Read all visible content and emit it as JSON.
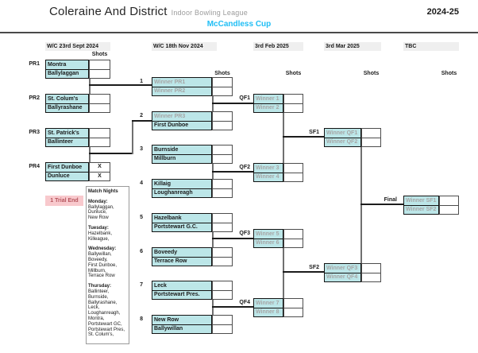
{
  "header": {
    "league_name": "Coleraine And District",
    "league_tagline": "Indoor Bowling League",
    "season": "2024-25",
    "cup_title": "McCandless Cup"
  },
  "columns": [
    {
      "label": "W/C 23rd Sept 2024",
      "shots": "Shots"
    },
    {
      "label": "W/C 18th Nov 2024",
      "shots": "Shots"
    },
    {
      "label": "3rd Feb 2025",
      "shots": "Shots"
    },
    {
      "label": "3rd Mar 2025",
      "shots": "Shots"
    },
    {
      "label": "TBC",
      "shots": "Shots"
    }
  ],
  "preliminary": [
    {
      "id": "PR1",
      "top": "Montra",
      "bottom": "Ballylaggan",
      "top_shots": "",
      "bottom_shots": ""
    },
    {
      "id": "PR2",
      "top": "St. Colum's",
      "bottom": "Ballyrashane",
      "top_shots": "",
      "bottom_shots": ""
    },
    {
      "id": "PR3",
      "top": "St. Patrick's",
      "bottom": "Ballinteer",
      "top_shots": "",
      "bottom_shots": ""
    },
    {
      "id": "PR4",
      "top": "First Dunboe",
      "bottom": "Dunluce",
      "top_shots": "X",
      "bottom_shots": "X"
    }
  ],
  "round1": [
    {
      "id": "1",
      "top": "Winner PR1",
      "bottom": "Winner PR2",
      "top_shots": "",
      "bottom_shots": ""
    },
    {
      "id": "2",
      "top": "Winner PR3",
      "bottom": "First Dunboe",
      "top_shots": "",
      "bottom_shots": ""
    },
    {
      "id": "3",
      "top": "Burnside",
      "bottom": "Millburn",
      "top_shots": "",
      "bottom_shots": ""
    },
    {
      "id": "4",
      "top": "Killaig",
      "bottom": "Loughanreagh",
      "top_shots": "",
      "bottom_shots": ""
    },
    {
      "id": "5",
      "top": "Hazelbank",
      "bottom": "Portstewart G.C.",
      "top_shots": "",
      "bottom_shots": ""
    },
    {
      "id": "6",
      "top": "Boveedy",
      "bottom": "Terrace Row",
      "top_shots": "",
      "bottom_shots": ""
    },
    {
      "id": "7",
      "top": "Leck",
      "bottom": "Portstewart Pres.",
      "top_shots": "",
      "bottom_shots": ""
    },
    {
      "id": "8",
      "top": "New Row",
      "bottom": "Ballywillan",
      "top_shots": "",
      "bottom_shots": ""
    }
  ],
  "quarterfinals": [
    {
      "id": "QF1",
      "top": "Winner 1",
      "bottom": "Winner 2",
      "top_shots": "",
      "bottom_shots": ""
    },
    {
      "id": "QF2",
      "top": "Winner 3",
      "bottom": "Winner 4",
      "top_shots": "",
      "bottom_shots": ""
    },
    {
      "id": "QF3",
      "top": "Winner 5",
      "bottom": "Winner 6",
      "top_shots": "",
      "bottom_shots": ""
    },
    {
      "id": "QF4",
      "top": "Winner 7",
      "bottom": "Winner 8",
      "top_shots": "",
      "bottom_shots": ""
    }
  ],
  "semifinals": [
    {
      "id": "SF1",
      "top": "Winner QF1",
      "bottom": "Winner QF2",
      "top_shots": "",
      "bottom_shots": ""
    },
    {
      "id": "SF2",
      "top": "Winner QF3",
      "bottom": "Winner QF4",
      "top_shots": "",
      "bottom_shots": ""
    }
  ],
  "final_match": {
    "id": "Final",
    "top": "Winner SF1",
    "bottom": "Winner SF2",
    "top_shots": "",
    "bottom_shots": ""
  },
  "notes": {
    "trial_end": "1 Trial End",
    "match_nights": {
      "title": "Match Nights",
      "days": [
        {
          "day": "Monday:",
          "teams": [
            "Ballylaggan,",
            "Dunluce,",
            "New Row"
          ]
        },
        {
          "day": "Tuesday:",
          "teams": [
            "Hazelbank,",
            "Killeague,"
          ]
        },
        {
          "day": "Wednesday:",
          "teams": [
            "Ballywillan,",
            "Boveedy,",
            "First Dunboe,",
            "Millburn,",
            "Terrace Row"
          ]
        },
        {
          "day": "Thursday:",
          "teams": [
            "Ballinteer,",
            "Burnside,",
            "Ballyrashane,",
            "Leck,",
            "Loughanreagh,",
            "Montra,",
            "Portstewart GC,",
            "Portstewart Pres,",
            "St. Colum's,"
          ]
        }
      ]
    }
  },
  "colors": {
    "team_fill": "#bce6e8",
    "pending_text": "#a6a6a6",
    "cup_title": "#1fbef5",
    "trial_fill": "#f8c9cd",
    "trial_text": "#b5545c",
    "header_fill": "#efefef"
  }
}
